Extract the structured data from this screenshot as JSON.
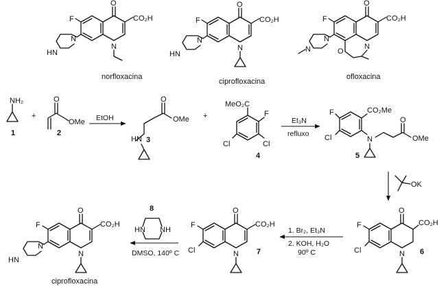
{
  "scheme": {
    "drug_names": [
      "norfloxacina",
      "ciprofloxacina",
      "ofloxacina"
    ],
    "labels": {
      "f": "F",
      "o": "O",
      "cooh": "CO₂H",
      "n": "N",
      "hn": "HN",
      "nh2": "NH₂",
      "ome": "OMe",
      "meo2c": "MeO₂C",
      "co2me": "CO₂Me",
      "cl": "Cl",
      "ok": "OK",
      "h": "H"
    },
    "compound_numbers": [
      "1",
      "2",
      "3",
      "4",
      "5",
      "6",
      "7",
      "8"
    ],
    "plus": "+",
    "reagents": {
      "step1": "EtOH",
      "step2_top": "Et₃N",
      "step2_bottom": "refluxo",
      "step4_line1": "1. Br₂, Et₃N",
      "step4_line2": "2. KOH, H₂O",
      "step4_line3": "90º C",
      "step5": "DMSO, 140º C"
    },
    "product_name": "ciprofloxacina"
  }
}
